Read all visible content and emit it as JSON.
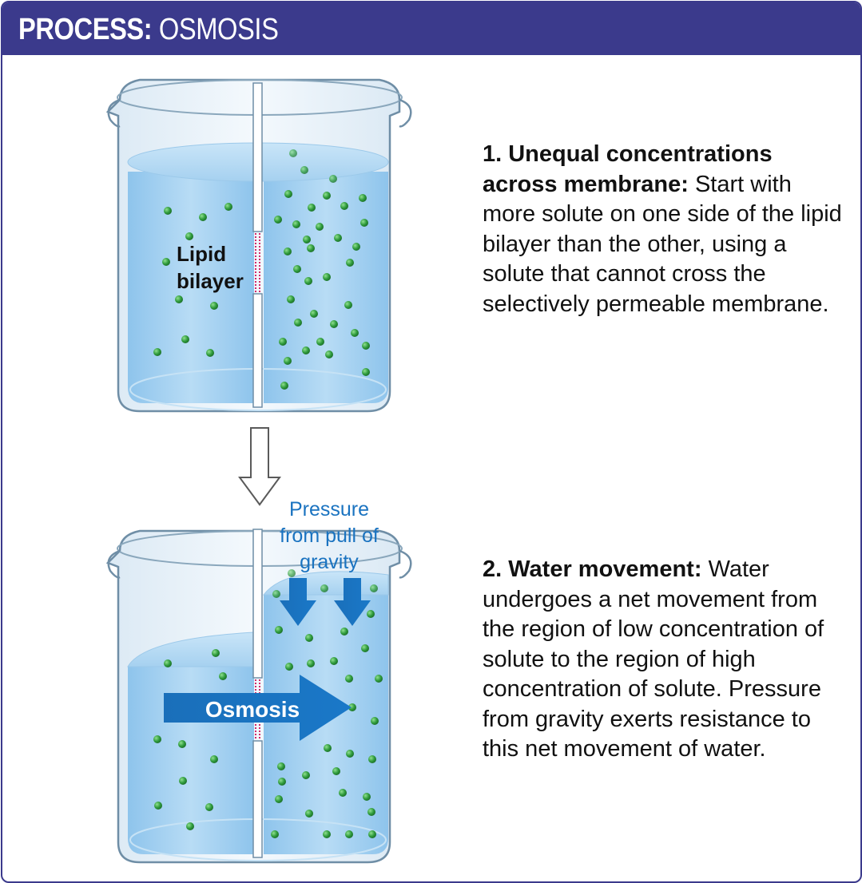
{
  "header": {
    "title_strong": "PROCESS:",
    "title_rest": "OSMOSIS"
  },
  "labels": {
    "bilayer_line1": "Lipid",
    "bilayer_line2": "bilayer",
    "pressure_line1": "Pressure",
    "pressure_line2": "from pull of",
    "pressure_line3": "gravity",
    "osmosis": "Osmosis"
  },
  "steps": [
    {
      "lead": "1. Unequal concentrations across membrane:",
      "body": "Start with more solute on one side of the lipid bilayer than the other, using a solute that cannot cross the selectively permeable membrane."
    },
    {
      "lead": "2. Water movement:",
      "body": "Water undergoes a net movement from the region of low concentration of solute to the region of high concentration of solute. Pressure from gravity exerts resistance to this net movement of water."
    }
  ],
  "colors": {
    "header": "#3b3a8c",
    "water": "#a9d4f2",
    "solute": "#2e9a3c",
    "arrow": "#1a73c0",
    "pressure_text": "#1a73c0",
    "membrane": "#d22a6a"
  }
}
